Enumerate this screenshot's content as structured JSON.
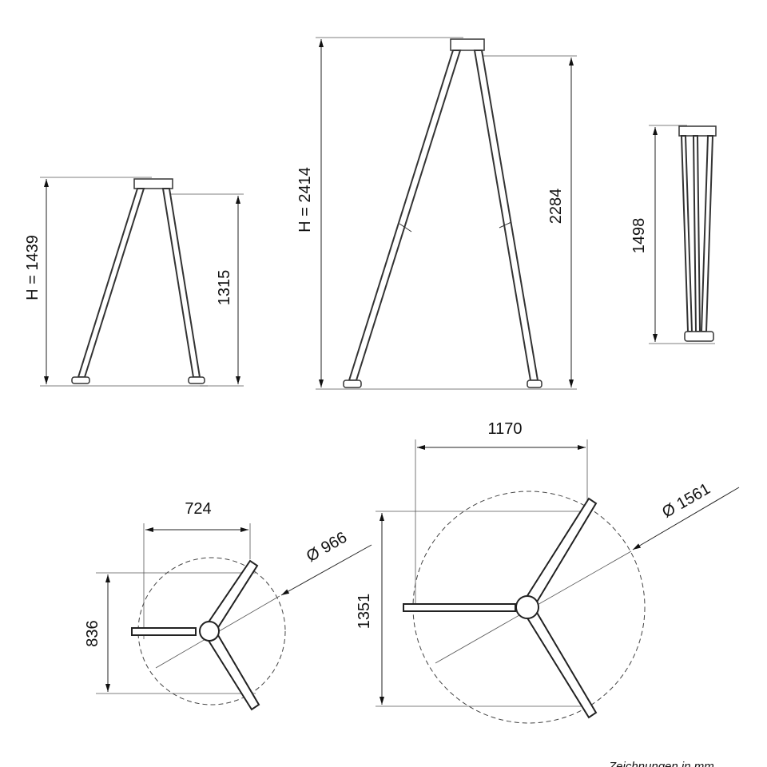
{
  "views": {
    "small_tripod": {
      "height_label": "H = 1439",
      "inner_label": "1315"
    },
    "large_tripod": {
      "height_label": "H = 2414",
      "inner_label": "2284"
    },
    "folded_tripod": {
      "height_label": "1498"
    },
    "small_plan": {
      "width_label": "724",
      "depth_label": "836",
      "diameter_label": "Ø 966"
    },
    "large_plan": {
      "width_label": "1170",
      "depth_label": "1351",
      "diameter_label": "Ø 1561"
    }
  },
  "caption": "Zeichnungen in mm"
}
